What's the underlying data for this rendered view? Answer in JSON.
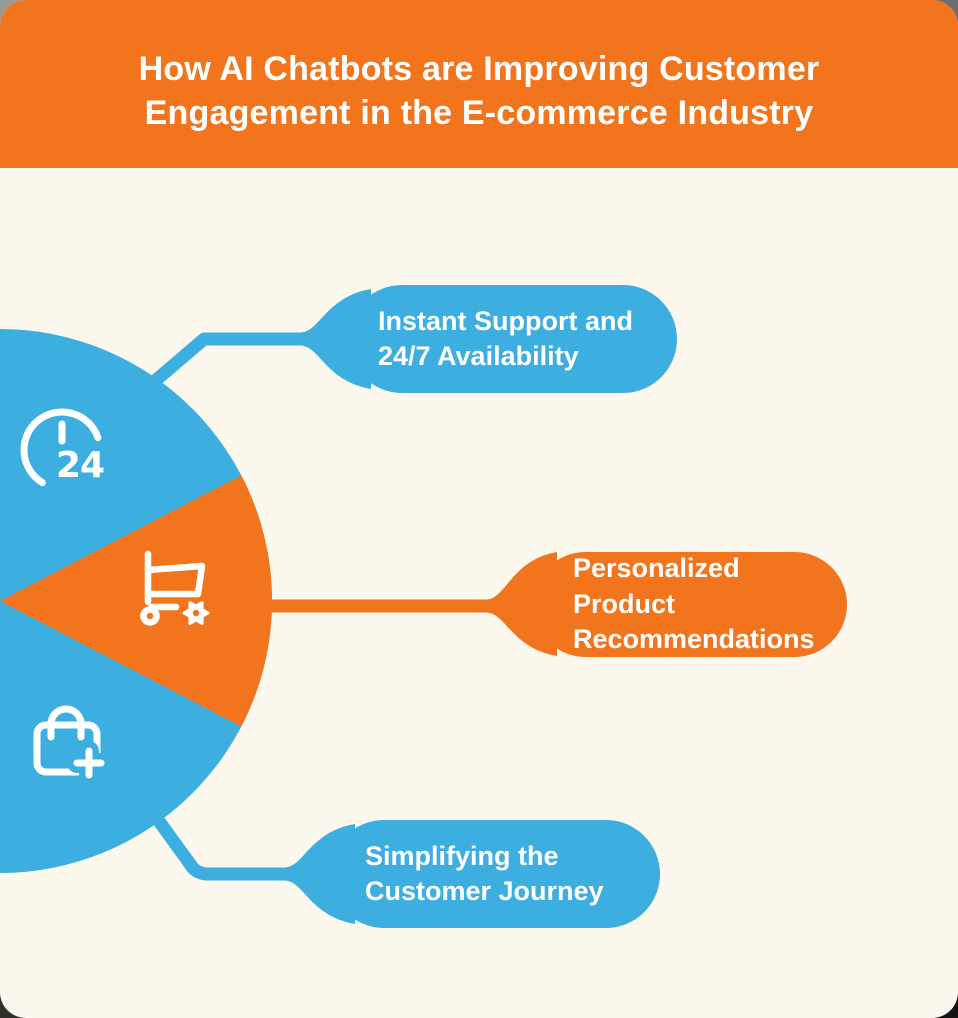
{
  "header": {
    "title": "How AI Chatbots are Improving Customer\nEngagement in the E-commerce Industry"
  },
  "callouts": [
    {
      "id": "instant-support",
      "label": "Instant Support and\n24/7 Availability",
      "color": "#3CAEDF",
      "icon": "clock-24-icon"
    },
    {
      "id": "personalized-recommendations",
      "label": "Personalized Product\nRecommendations",
      "color": "#F2751D",
      "icon": "cart-gear-icon"
    },
    {
      "id": "customer-journey",
      "label": "Simplifying the\nCustomer Journey",
      "color": "#3CAEDF",
      "icon": "bag-plus-icon"
    }
  ],
  "icons": {
    "clock_label": "24"
  },
  "colors": {
    "header_bg": "#F2751D",
    "blue": "#3CAEDF",
    "orange": "#F2751D",
    "background": "#FCF8EE",
    "text": "#FFFFFF"
  }
}
